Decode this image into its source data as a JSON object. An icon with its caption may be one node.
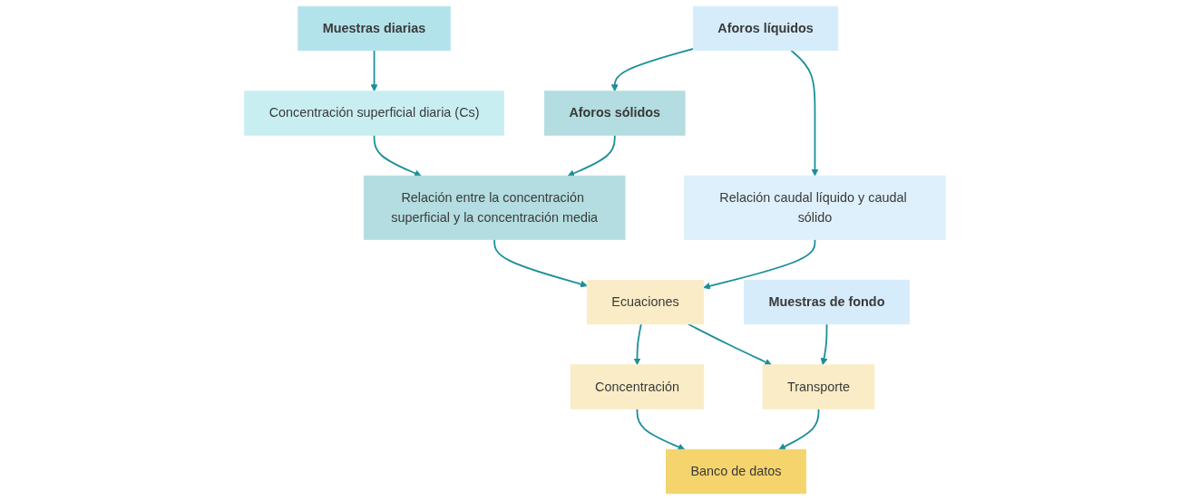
{
  "diagram": {
    "nodes": [
      {
        "text": [
          "Muestras diarias"
        ]
      },
      {
        "text": [
          "Aforos sólidos"
        ]
      },
      {
        "text": [
          "Aforos líquidos"
        ]
      },
      {
        "text": [
          "Muestras de fondo"
        ]
      },
      {
        "text": [
          "Concentración superficial diaria (Cs)"
        ]
      },
      {
        "text": [
          "Relación entre la concentración superficial y la concentración media"
        ]
      },
      {
        "text": [
          "Relación caudal líquido y caudal sólido"
        ]
      },
      {
        "text": [
          "Ecuaciones"
        ]
      },
      {
        "text": [
          "Concentración"
        ]
      },
      {
        "text": [
          "Transporte"
        ]
      },
      {
        "text": [
          "Banco de datos"
        ]
      }
    ],
    "edges": [
      {
        "from": 2,
        "to": 1,
        "arrow": "to"
      },
      {
        "from": 0,
        "to": 4,
        "arrow": "to"
      },
      {
        "from": 4,
        "to": 5,
        "arrow": "to"
      },
      {
        "from": 1,
        "to": 5,
        "arrow": "to"
      },
      {
        "from": 2,
        "to": 6,
        "arrow": "to"
      },
      {
        "from": 5,
        "to": 7,
        "arrow": "to"
      },
      {
        "from": 6,
        "to": 7,
        "arrow": "to"
      },
      {
        "from": 7,
        "to": 8,
        "arrow": "to"
      },
      {
        "from": 7,
        "to": 9,
        "arrow": "to"
      },
      {
        "from": 3,
        "to": 9,
        "arrow": "to"
      },
      {
        "from": 8,
        "to": 10,
        "arrow": "to"
      },
      {
        "from": 9,
        "to": 10,
        "arrow": "to"
      }
    ]
  }
}
